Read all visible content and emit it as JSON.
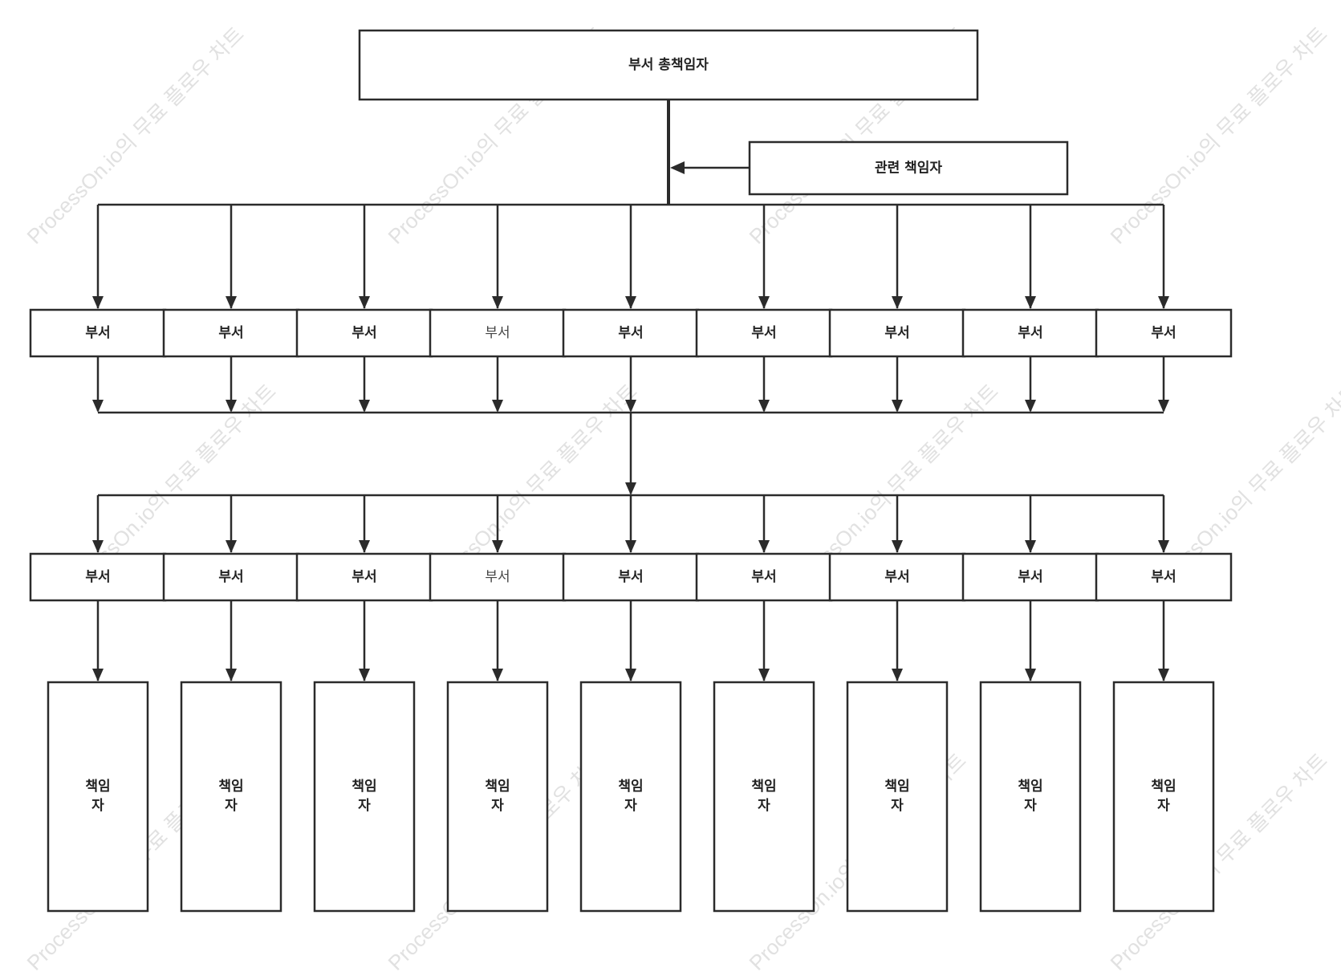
{
  "top": {
    "label": "부서 총책임자"
  },
  "side": {
    "label": "관련 책임자"
  },
  "row1": [
    "부서",
    "부서",
    "부서",
    "부서",
    "부서",
    "부서",
    "부서",
    "부서",
    "부서"
  ],
  "row2": [
    "부서",
    "부서",
    "부서",
    "부서",
    "부서",
    "부서",
    "부서",
    "부서",
    "부서"
  ],
  "leads": [
    {
      "line1": "책임",
      "line2": "자"
    },
    {
      "line1": "책임",
      "line2": "자"
    },
    {
      "line1": "책임",
      "line2": "자"
    },
    {
      "line1": "책임",
      "line2": "자"
    },
    {
      "line1": "책임",
      "line2": "자"
    },
    {
      "line1": "책임",
      "line2": "자"
    },
    {
      "line1": "책임",
      "line2": "자"
    },
    {
      "line1": "책임",
      "line2": "자"
    },
    {
      "line1": "책임",
      "line2": "자"
    }
  ],
  "watermark": "ProcessOn.io의 무료 플로우 차트"
}
